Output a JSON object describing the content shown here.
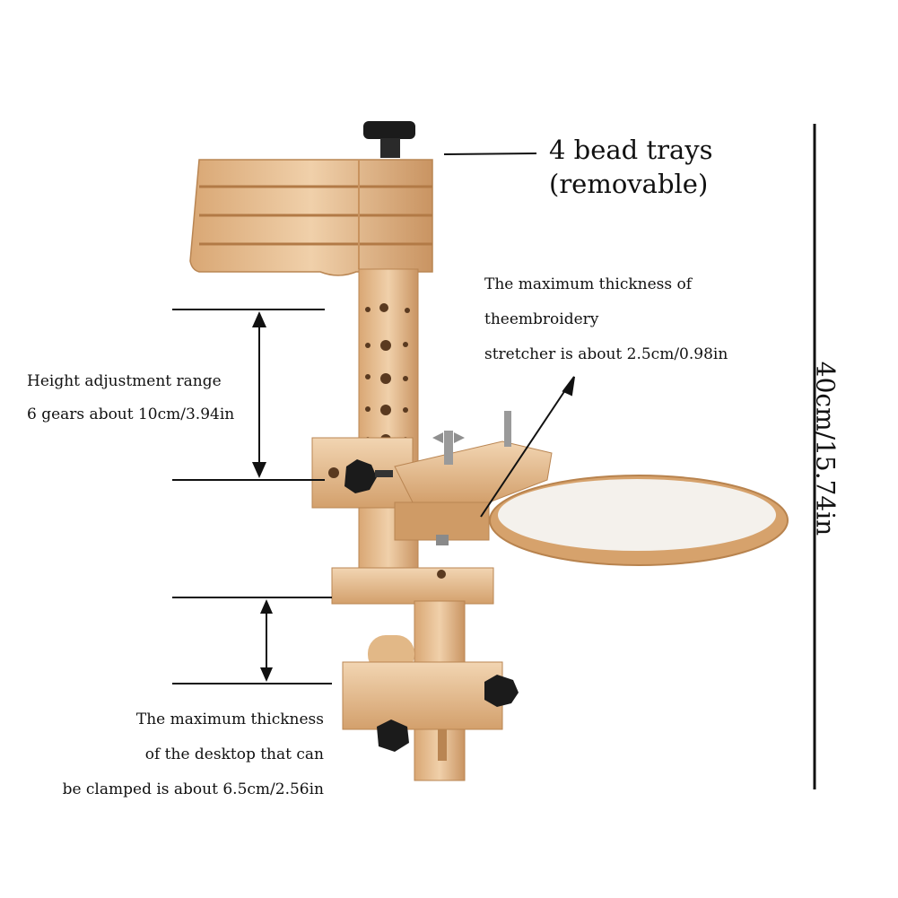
{
  "annotations": {
    "bead_trays": [
      "4 bead trays",
      "(removable)"
    ],
    "stretcher_thickness": [
      "The maximum thickness of",
      "theembroidery",
      "stretcher is about 2.5cm/0.98in"
    ],
    "height_adjustment": [
      "Height adjustment range",
      "6 gears about 10cm/3.94in"
    ],
    "desktop_thickness": [
      "The maximum thickness",
      "of the desktop that can",
      "be clamped is about 6.5cm/2.56in"
    ],
    "total_height": "40cm/15.74in"
  },
  "colors": {
    "wood_light": "#e8c39a",
    "wood_mid": "#d8a874",
    "wood_dark": "#b98552",
    "knob": "#1a1a1a",
    "hoop_fabric": "#f3f0ea"
  }
}
